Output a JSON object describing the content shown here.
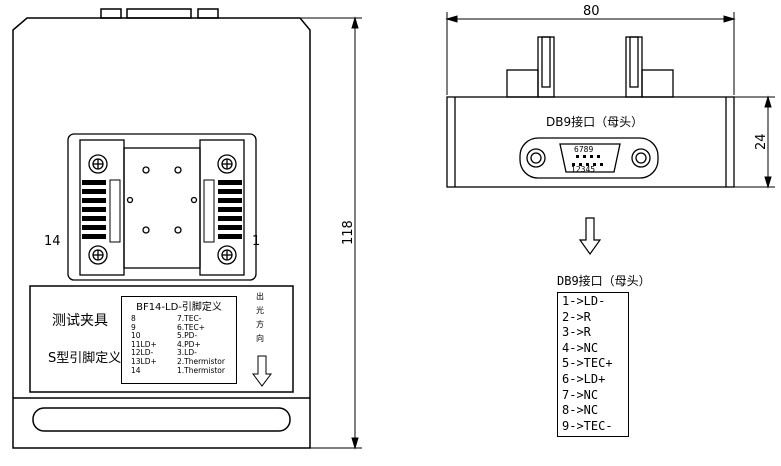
{
  "left_view": {
    "dimension_height": "118",
    "side_pin_left": "14",
    "side_pin_right": "1",
    "label_test_fixture": "测试夹具",
    "label_s_pin_def": "S型引脚定义",
    "pin_def_title": "BF14-LD-引脚定义",
    "pin_def_left_col": [
      "8",
      "9",
      "10",
      "11LD+",
      "12LD-",
      "13LD+",
      "14"
    ],
    "pin_def_right_col": [
      "7.TEC-",
      "6.TEC+",
      "5.PD-",
      "4.PD+",
      "3.LD-",
      "2.Thermistor",
      "1.Thermistor"
    ],
    "light_direction": [
      "出",
      "光",
      "方",
      "向"
    ]
  },
  "right_view": {
    "dimension_width": "80",
    "dimension_height": "24",
    "connector_label": "DB9接口（母头）",
    "connector_pins_top": "6789",
    "connector_pins_bottom": "12345"
  },
  "pin_table": {
    "title": "DB9接口（母头）",
    "rows": [
      "1->LD-",
      "2->R",
      "3->R",
      "4->NC",
      "5->TEC+",
      "6->LD+",
      "7->NC",
      "8->NC",
      "9->TEC-"
    ]
  }
}
